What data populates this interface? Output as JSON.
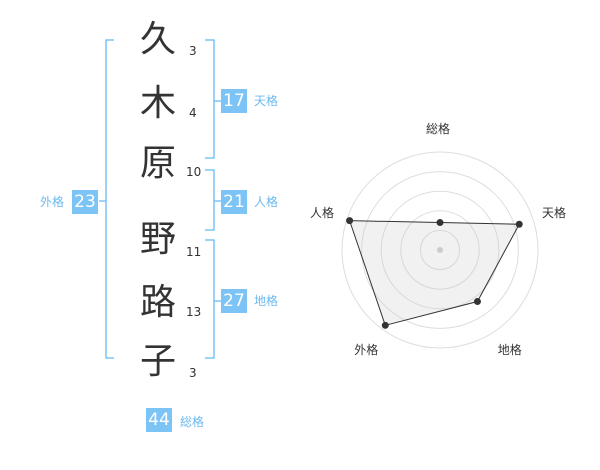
{
  "colors": {
    "accent": "#7cc4f5",
    "label": "#6db9ee",
    "text": "#333333",
    "grid": "#dddddd",
    "fill": "#f0f0f0"
  },
  "characters": [
    {
      "char": "久",
      "strokes": "3"
    },
    {
      "char": "木",
      "strokes": "4"
    },
    {
      "char": "原",
      "strokes": "10"
    },
    {
      "char": "野",
      "strokes": "11"
    },
    {
      "char": "路",
      "strokes": "13"
    },
    {
      "char": "子",
      "strokes": "3"
    }
  ],
  "fortune": {
    "tenkaku": {
      "value": "17",
      "label": "天格"
    },
    "jinkaku": {
      "value": "21",
      "label": "人格"
    },
    "chikaku": {
      "value": "27",
      "label": "地格"
    },
    "gaikaku": {
      "value": "23",
      "label": "外格"
    },
    "soukaku": {
      "value": "44",
      "label": "総格"
    }
  },
  "chart_data": {
    "type": "radar",
    "axes": [
      "総格",
      "天格",
      "地格",
      "外格",
      "人格"
    ],
    "values": [
      0.28,
      0.85,
      0.65,
      0.95,
      0.97
    ],
    "range": [
      0,
      1
    ]
  }
}
